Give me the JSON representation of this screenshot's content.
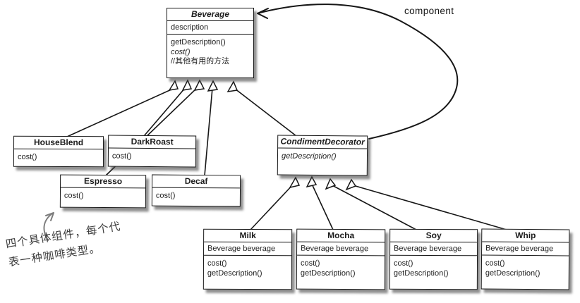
{
  "labels": {
    "component": "component"
  },
  "annotation": {
    "line1": "四个具体组件，每个代",
    "line2": "表一种咖啡类型。"
  },
  "classes": {
    "beverage": {
      "name": "Beverage",
      "attribute": "description",
      "method1": "getDescription()",
      "method2": "cost()",
      "method3": "//其他有用的方法"
    },
    "houseblend": {
      "name": "HouseBlend",
      "method1": "cost()"
    },
    "darkroast": {
      "name": "DarkRoast",
      "method1": "cost()"
    },
    "espresso": {
      "name": "Espresso",
      "method1": "cost()"
    },
    "decaf": {
      "name": "Decaf",
      "method1": "cost()"
    },
    "condimentdecorator": {
      "name": "CondimentDecorator",
      "method1": "getDescription()"
    },
    "milk": {
      "name": "Milk",
      "attribute": "Beverage beverage",
      "method1": "cost()",
      "method2": "getDescription()"
    },
    "mocha": {
      "name": "Mocha",
      "attribute": "Beverage beverage",
      "method1": "cost()",
      "method2": "getDescription()"
    },
    "soy": {
      "name": "Soy",
      "attribute": "Beverage beverage",
      "method1": "cost()",
      "method2": "getDescription()"
    },
    "whip": {
      "name": "Whip",
      "attribute": "Beverage beverage",
      "method1": "cost()",
      "method2": "getDescription()"
    }
  },
  "colors": {
    "line": "#161616",
    "sketch": "#7d7d7d",
    "shadow": "#707070"
  }
}
